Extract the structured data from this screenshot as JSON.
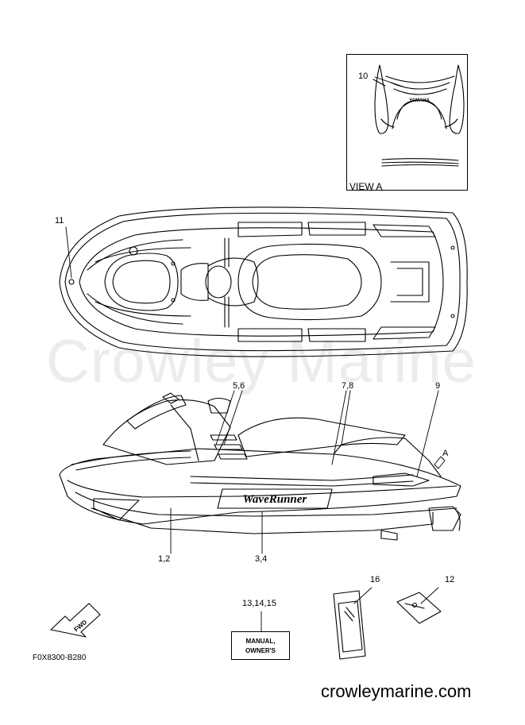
{
  "watermark": "Crowley Marine",
  "view_caption": "VIEW A",
  "view_logo_text": "YAMAHA",
  "hull_logo_text": "WaveRunner",
  "fwd_text": "FWD",
  "manual_box": {
    "line1": "MANUAL,",
    "line2": "OWNER'S"
  },
  "callouts": {
    "c10": "10",
    "c11": "11",
    "c5_6": "5,6",
    "c7_8": "7,8",
    "c9": "9",
    "cA": "A",
    "c1_2": "1,2",
    "c3_4": "3,4",
    "c16": "16",
    "c12": "12",
    "c13_15": "13,14,15"
  },
  "diagram_code": "F0X8300-B280",
  "site": "crowleymarine.com"
}
